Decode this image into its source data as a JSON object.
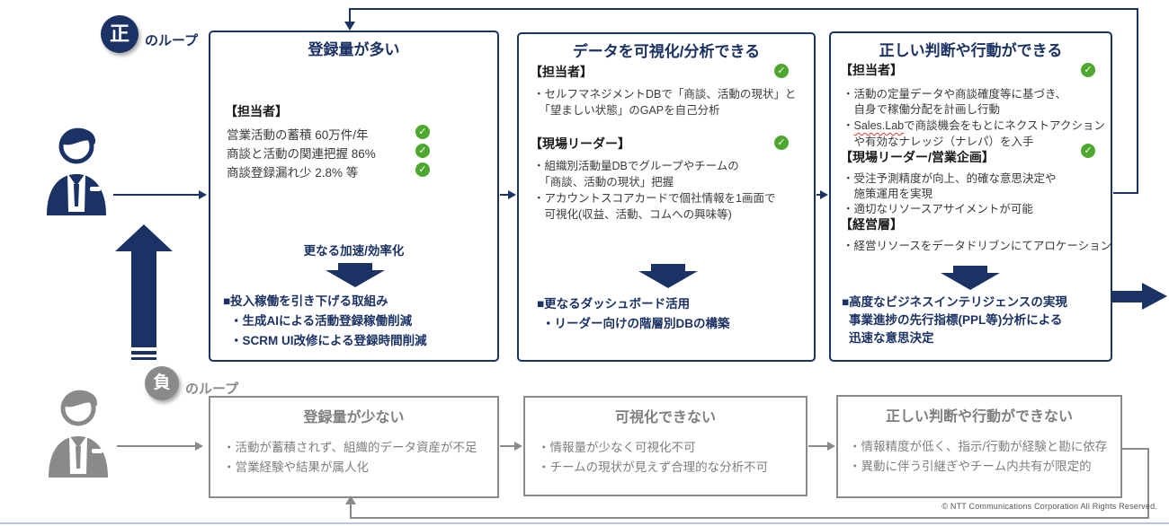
{
  "colors": {
    "navy": "#1b3264",
    "gray": "#8a8a8a",
    "check_green": "#4EA72E",
    "spellcheck_red": "#e0342e",
    "footer_line_blue": "#b9c6e2"
  },
  "icons": {
    "check_glyph": "✓"
  },
  "positive_loop": {
    "badge": "正",
    "badge_suffix": "のループ",
    "boxes": [
      {
        "title": "登録量が多い",
        "role_heading": "【担当者】",
        "metrics": [
          "営業活動の蓄積 60万件/年",
          "商談と活動の関連把握 86%",
          "商談登録漏れ少 2.8% 等"
        ],
        "transition_label": "更なる加速/効率化",
        "outcome": [
          "■投入稼働を引き下げる取組み",
          "・生成AIによる活動登録稼働削減",
          "・SCRM UI改修による登録時間削減"
        ]
      },
      {
        "title": "データを可視化/分析できる",
        "sections": [
          {
            "heading": "【担当者】",
            "lines": [
              "・セルフマネジメントDBで「商談、活動の現状」と",
              "　「望ましい状態」のGAPを自己分析"
            ]
          },
          {
            "heading": "【現場リーダー】",
            "lines": [
              "・組織別活動量DBでグループやチームの",
              "　「商談、活動の現状」把握",
              "・アカウントスコアカードで個社情報を1画面で",
              "　可視化(収益、活動、コムへの興味等)"
            ]
          }
        ],
        "outcome": [
          "■更なるダッシュボード活用",
          "・リーダー向けの階層別DBの構築"
        ]
      },
      {
        "title": "正しい判断や行動ができる",
        "sections": [
          {
            "heading": "【担当者】",
            "lines": [
              "・活動の定量データや商談確度等に基づき、",
              "　自身で稼働分配を計画し行動"
            ],
            "sales_line": {
              "prefix": "・",
              "brand": "Sales.Lab",
              "suffix": "で商談機会をもとにネクストアクション"
            },
            "line_after": "　や有効なナレッジ（ナレパ）を入手"
          },
          {
            "heading": "【現場リーダー/営業企画】",
            "lines": [
              "・受注予測精度が向上、的確な意思決定や",
              "　施策運用を実現",
              "・適切なリソースアサイメントが可能"
            ]
          },
          {
            "heading": "【経営層】",
            "lines": [
              "・経営リソースをデータドリブンにてアロケーション"
            ]
          }
        ],
        "outcome": [
          "■高度なビジネスインテリジェンスの実現",
          "事業進捗の先行指標(PPL等)分析による",
          "迅速な意思決定"
        ]
      }
    ]
  },
  "negative_loop": {
    "badge": "負",
    "badge_suffix": "のループ",
    "boxes": [
      {
        "title": "登録量が少ない",
        "lines": [
          "・活動が蓄積されず、組織的データ資産が不足",
          "・営業経験や結果が属人化"
        ]
      },
      {
        "title": "可視化できない",
        "lines": [
          "・情報量が少なく可視化不可",
          "・チームの現状が見えず合理的な分析不可"
        ]
      },
      {
        "title": "正しい判断や行動ができない",
        "lines": [
          "・情報精度が低く、指示/行動が経験と勘に依存",
          "・異動に伴う引継ぎやチーム内共有が限定的"
        ]
      }
    ]
  },
  "footer": {
    "copyright": "© NTT Communications Corporation All Rights Reserved."
  }
}
